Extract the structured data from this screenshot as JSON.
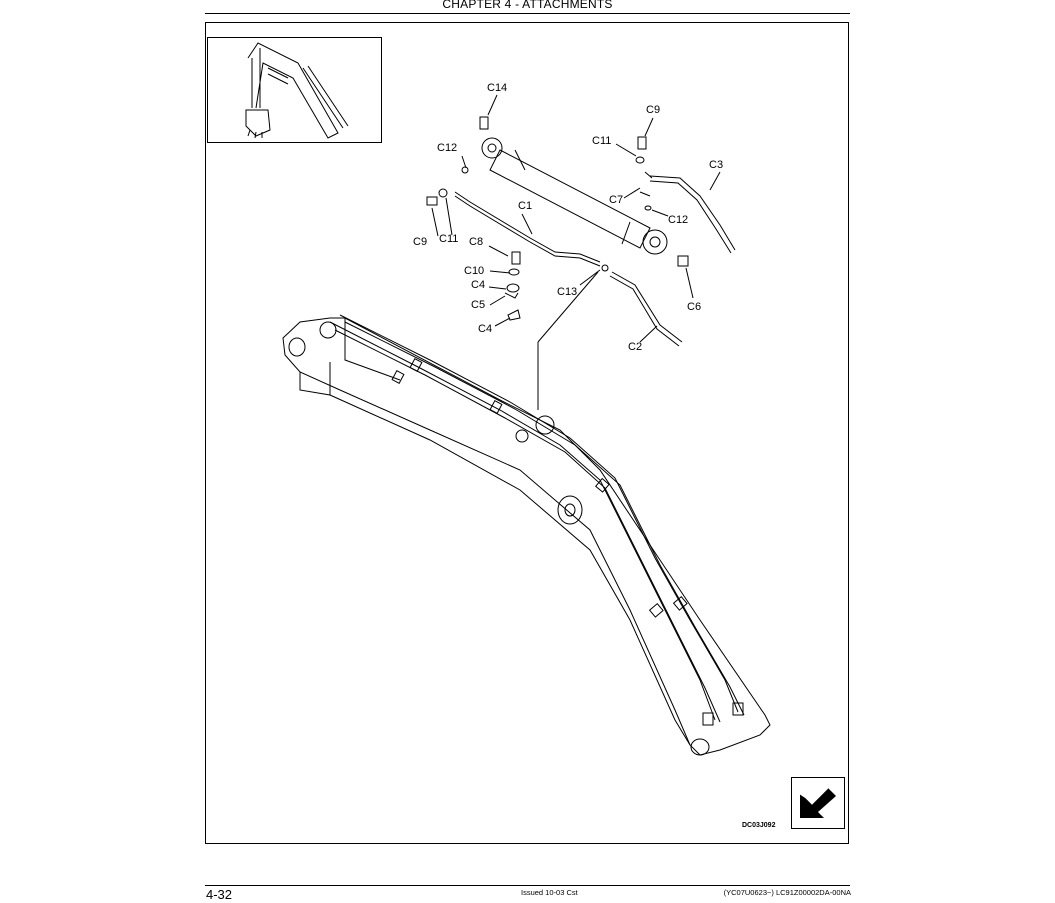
{
  "header": {
    "title": "CHAPTER 4 - ATTACHMENTS"
  },
  "footer": {
    "page_number": "4-32",
    "issued": "Issued 10-03   Cst",
    "doc_code": "(YC07U0623~)   LC91Z00002DA-00NA"
  },
  "figure": {
    "code": "DC03J092",
    "callouts": {
      "c14": "C14",
      "c9_top": "C9",
      "c11_top": "C11",
      "c3": "C3",
      "c12_top": "C12",
      "c7": "C7",
      "c12_right": "C12",
      "c1": "C1",
      "c8": "C8",
      "c9_left": "C9",
      "c11_left": "C11",
      "c10": "C10",
      "c4_a": "C4",
      "c13": "C13",
      "c5": "C5",
      "c6": "C6",
      "c4_b": "C4",
      "c2": "C2"
    },
    "inset_icon": "excavator-arm-icon",
    "nav_icon": "next-page-arrow-icon"
  }
}
